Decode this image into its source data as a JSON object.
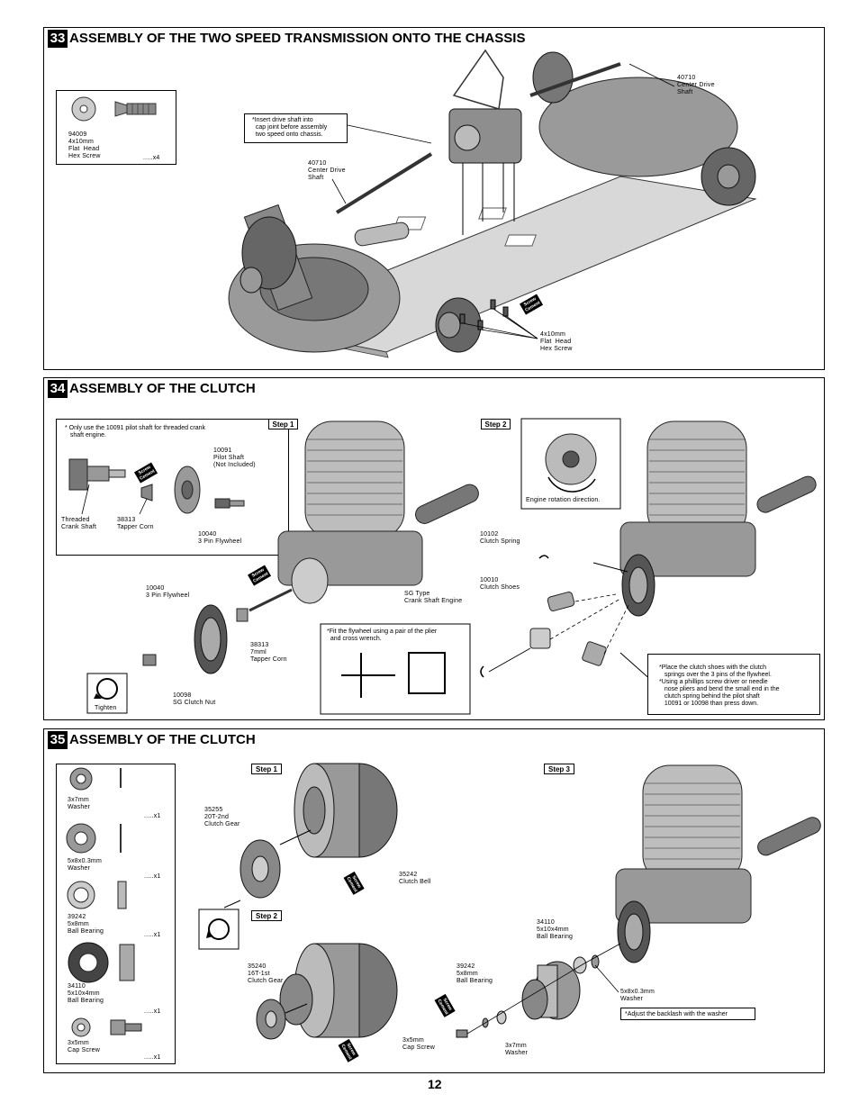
{
  "page_number": "12",
  "section33": {
    "number": "33",
    "title": "ASSEMBLY OF THE TWO SPEED TRANSMISSION  ONTO THE CHASSIS",
    "parts_box": {
      "code": "94009",
      "name1": "4x10mm",
      "name2": "Flat  Head",
      "name3": "Hex Screw",
      "qty": ".....x4"
    },
    "note": "*Insert drive shaft into\n  cap joint before assembly\n  two speed onto chassis.",
    "label_shaft_left": "40710\nCenter Drive\nShaft",
    "label_shaft_right": "40710\nCenter Drive\nShaft",
    "label_screws": "4x10mm\nFlat  Head\nHex Screw",
    "loctite": "Screw\nCement"
  },
  "section34": {
    "number": "34",
    "title": "ASSEMBLY OF THE CLUTCH",
    "note_pilot": "* Only use the 10091 pilot shaft for threaded crank\n   shaft engine.",
    "step1": "Step 1",
    "step2": "Step 2",
    "label_pilot_shaft": "10091\nPilot Shaft\n(Not Included)",
    "label_threaded": "Threaded\nCrank Shaft",
    "label_taper_small": "38313\nTapper Corn",
    "label_flywheel_small": "10040\n3 Pin Flywheel",
    "label_flywheel": "10040\n3 Pin Flywheel",
    "label_engine": "SG Type\nCrank Shaft Engine",
    "label_taper": "38313\n7mml\nTapper Corn",
    "label_clutch_nut": "10098\nSG Clutch Nut",
    "tighten": "Tighten",
    "note_flywheel": "*Fit the flywheel using a pair of the plier\n  and cross wrench.",
    "engine_rotation": "Engine rotation direction.",
    "label_spring": "10102\nClutch Spring",
    "label_shoes": "10010\nClutch Shoes",
    "note_shoes": "*Place the clutch shoes with the clutch\n   springs over the 3 pins of the flywheel.\n*Using a phillips screw driver or needle\n   nose pliers and bend the small end in the\n   clutch spring behind the pilot shaft\n   10091 or 10098 than press down.",
    "loctite": "Screw\nCement"
  },
  "section35": {
    "number": "35",
    "title": "ASSEMBLY OF THE CLUTCH",
    "step1": "Step 1",
    "step2": "Step 2",
    "step3": "Step 3",
    "parts": [
      {
        "name": "3x7mm\nWasher",
        "qty": ".....x1"
      },
      {
        "name": "5x8x0.3mm\nWasher",
        "qty": ".....x1"
      },
      {
        "name": "39242\n5x8mm\nBall Bearing",
        "qty": ".....x1"
      },
      {
        "name": "34110\n5x10x4mm\nBall Bearing",
        "qty": ".....x1"
      },
      {
        "name": "3x5mm\nCap Screw",
        "qty": ".....x1"
      }
    ],
    "label_gear2": "35255\n20T-2nd\nClutch Gear",
    "label_bell": "35242\nClutch Bell",
    "label_gear1": "35240\n16T-1st\nClutch Gear",
    "label_bearing_big": "34110\n5x10x4mm\nBall Bearing",
    "label_bearing_small": "39242\n5x8mm\nBall Bearing",
    "label_washer_big": "5x8x0.3mm\nWasher",
    "label_cap_screw": "3x5mm\nCap Screw",
    "label_washer_small": "3x7mm\nWasher",
    "note_backlash": "*Adjust the backlash with the washer",
    "loctite": "Screw\nCement"
  }
}
